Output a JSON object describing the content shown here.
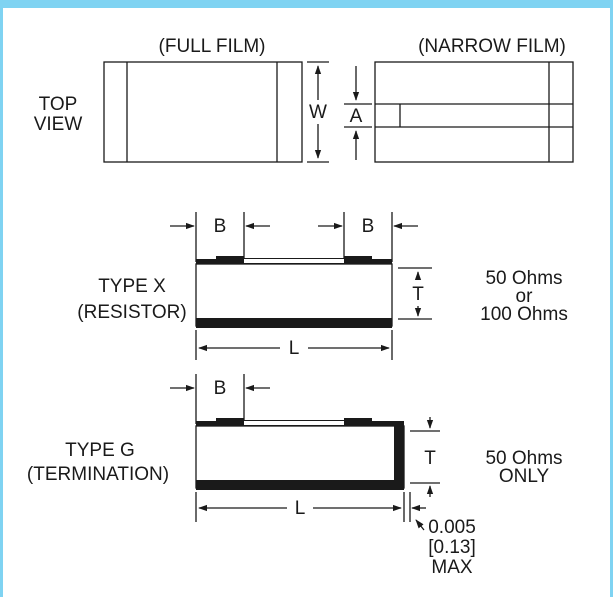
{
  "top_view": {
    "label_line1": "TOP",
    "label_line2": "VIEW",
    "full_film_label": "(FULL FILM)",
    "narrow_film_label": "(NARROW FILM)",
    "dim_w": "W",
    "dim_a": "A"
  },
  "type_x": {
    "label_line1": "TYPE X",
    "label_line2": "(RESISTOR)",
    "dim_b_left": "B",
    "dim_b_right": "B",
    "dim_t": "T",
    "dim_l": "L",
    "value_line1": "50 Ohms",
    "value_line2": "or",
    "value_line3": "100 Ohms"
  },
  "type_g": {
    "label_line1": "TYPE G",
    "label_line2": "(TERMINATION)",
    "dim_b": "B",
    "dim_t": "T",
    "dim_l": "L",
    "value_line1": "50 Ohms",
    "value_line2": "ONLY",
    "tol_line1": "0.005",
    "tol_line2": "[0.13]",
    "tol_line3": "MAX"
  },
  "colors": {
    "frame": "#7fd3f2",
    "ink": "#1a1a1a"
  }
}
